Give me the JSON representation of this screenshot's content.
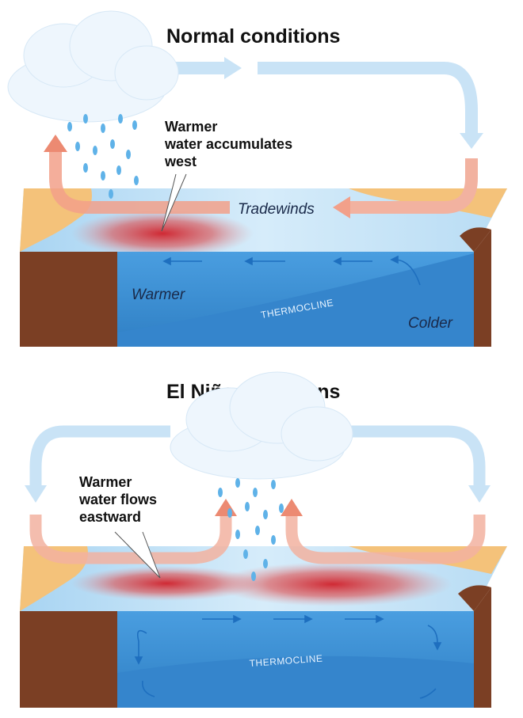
{
  "panels": [
    {
      "title": "Normal conditions",
      "callout": [
        "Warmer",
        "water accumulates",
        "west"
      ],
      "tradewinds": "Tradewinds",
      "warm_label": "Warmer",
      "cold_label": "Colder",
      "thermocline": "THERMOCLINE"
    },
    {
      "title": "El Niño conditions",
      "callout": [
        "Warmer",
        "water flows",
        "eastward"
      ],
      "thermocline": "THERMOCLINE"
    }
  ],
  "colors": {
    "ocean": "#3d8fd4",
    "ocean_light": "#8fc6ee",
    "land": "#f4c27a",
    "land_side": "#7b3f24",
    "warm_water": "#d0202a",
    "air_arrow": "#c9e3f6",
    "rising_arrow": "#f2a08a",
    "current_arrow": "#1e6fbf"
  }
}
